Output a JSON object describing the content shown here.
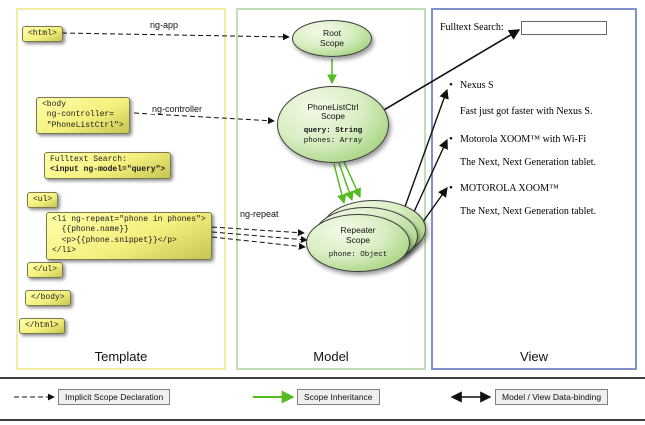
{
  "colors": {
    "template_border": "#f2eca2",
    "model_border": "#bfe0b4",
    "view_border": "#8090c8",
    "inheritance_green": "#55bb22",
    "arrow_black": "#111111"
  },
  "panels": {
    "template": {
      "title": "Template"
    },
    "model": {
      "title": "Model"
    },
    "view": {
      "title": "View"
    }
  },
  "code": {
    "html_open": "<html>",
    "body_open": "<body\n ng-controller=\n \"PhoneListCtrl\">",
    "fulltext_label": "Fulltext Search:",
    "fulltext_input": "<input ng-model=\"query\">",
    "ul_open": "<ul>",
    "li_repeat": "<li ng-repeat=\"phone in phones\">\n  {{phone.name}}\n  <p>{{phone.snippet}}</p>\n</li>",
    "ul_close": "</ul>",
    "body_close": "</body>",
    "html_close": "</html>"
  },
  "arrow_labels": {
    "ng_app": "ng-app",
    "ng_controller": "ng-controller",
    "ng_repeat": "ng-repeat"
  },
  "scopes": {
    "root": {
      "title": "Root\nScope"
    },
    "phone_list_ctrl": {
      "title": "PhoneListCtrl\nScope",
      "prop_query": "query: String",
      "prop_phones": "phones: Array"
    },
    "repeater": {
      "title": "Repeater\nScope",
      "prop_phone": "phone: Object"
    }
  },
  "view": {
    "search_label": "Fulltext Search:",
    "search_value": "",
    "items": [
      {
        "title": "Nexus S",
        "desc": "Fast just got faster with Nexus S."
      },
      {
        "title": "Motorola XOOM™ with Wi-Fi",
        "desc": "The Next, Next Generation tablet."
      },
      {
        "title": "MOTOROLA XOOM™",
        "desc": "The Next, Next Generation tablet."
      }
    ]
  },
  "legend": {
    "implicit": "Implicit Scope Declaration",
    "inheritance": "Scope Inheritance",
    "binding": "Model / View Data-binding"
  }
}
